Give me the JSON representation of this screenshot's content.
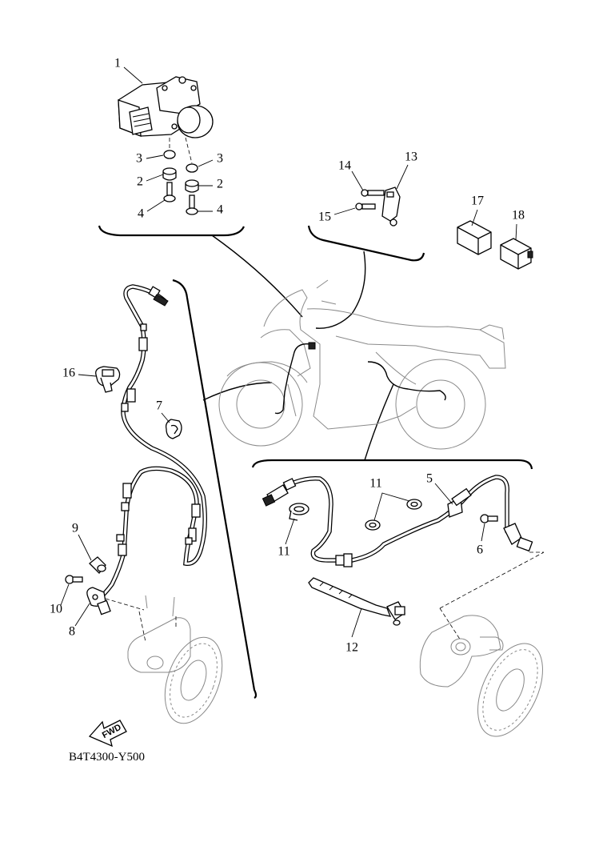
{
  "diagram": {
    "reference_code": "B4T4300-Y500",
    "fwd_label": "FWD",
    "callouts": {
      "c1": "1",
      "c2a": "2",
      "c2b": "2",
      "c3a": "3",
      "c3b": "3",
      "c4a": "4",
      "c4b": "4",
      "c5": "5",
      "c6": "6",
      "c7": "7",
      "c8": "8",
      "c9": "9",
      "c10": "10",
      "c11a": "11",
      "c11b": "11",
      "c12": "12",
      "c13": "13",
      "c14": "14",
      "c15": "15",
      "c16": "16",
      "c17": "17",
      "c18": "18"
    }
  }
}
